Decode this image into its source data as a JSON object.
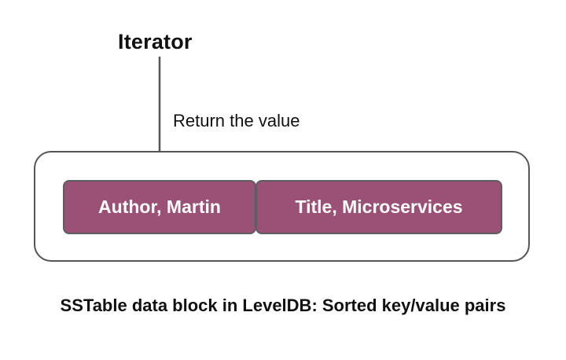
{
  "iterator_label": "Iterator",
  "arrow_label": "Return the value",
  "entries": [
    {
      "text": "Author, Martin"
    },
    {
      "text": "Title, Microservices"
    }
  ],
  "caption": "SSTable data block in LevelDB: Sorted key/value pairs",
  "colors": {
    "entry_fill": "#9b5175",
    "entry_border": "#5e5e5e",
    "block_border": "#555555",
    "arrow": "#555555"
  }
}
